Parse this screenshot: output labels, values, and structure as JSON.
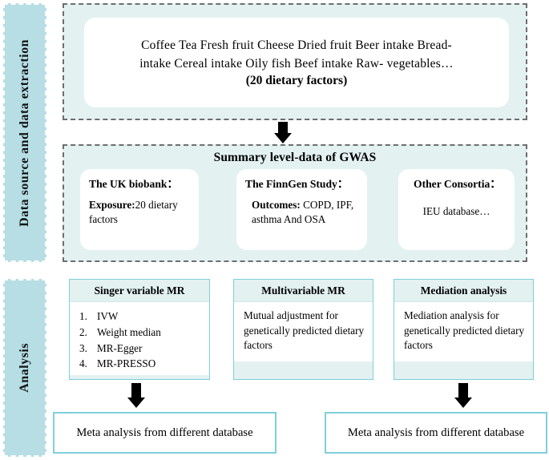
{
  "stages": [
    {
      "id": "data-source",
      "label": "Data source and data extraction"
    },
    {
      "id": "analysis",
      "label": "Analysis"
    }
  ],
  "diet_panel": {
    "line1": "Coffee      Tea     Fresh fruit     Cheese     Dried fruit     Beer intake     Bread-",
    "line2": "intake     Cereal intake     Oily fish     Beef intake     Raw- vegetables…",
    "caption": "(20 dietary factors)"
  },
  "gwas_panel": {
    "title": "Summary level-data of GWAS",
    "cards": [
      {
        "id": "uk-biobank",
        "heading": "The UK biobank：",
        "body_bold": "Exposure:",
        "body_rest": "20 dietary factors"
      },
      {
        "id": "finngen",
        "heading": "The FinnGen Study：",
        "body_bold": "Outcomes:",
        "body_rest": " COPD, IPF, asthma And OSA"
      },
      {
        "id": "other-consortia",
        "heading": "Other Consortia：",
        "body_bold": "",
        "body_rest": "IEU database…"
      }
    ]
  },
  "analysis_panel": {
    "methods": [
      {
        "id": "single-variable-mr",
        "title": "Singer variable MR",
        "items": [
          {
            "num": "1.",
            "label": "IVW"
          },
          {
            "num": "2.",
            "label": "Weight median"
          },
          {
            "num": "3.",
            "label": "MR-Egger"
          },
          {
            "num": "4.",
            "label": "MR-PRESSO"
          }
        ],
        "text": ""
      },
      {
        "id": "multivariable-mr",
        "title": "Multivariable MR",
        "items": [],
        "text": "Mutual adjustment for genetically predicted dietary factors"
      },
      {
        "id": "mediation-analysis",
        "title": "Mediation analysis",
        "items": [],
        "text": "Mediation analysis for genetically predicted dietary factors"
      }
    ]
  },
  "meta_boxes": [
    {
      "id": "meta-left",
      "label": "Meta analysis from different database"
    },
    {
      "id": "meta-right",
      "label": "Meta analysis from different database"
    }
  ],
  "colors": {
    "stage_band": "#b6dee4",
    "panel_fill": "#e3f1f1",
    "panel_border": "#6e6e6e",
    "box_border": "#7fcfdb",
    "card_fill": "#ffffff",
    "arrow": "#000000",
    "text": "#000000"
  }
}
